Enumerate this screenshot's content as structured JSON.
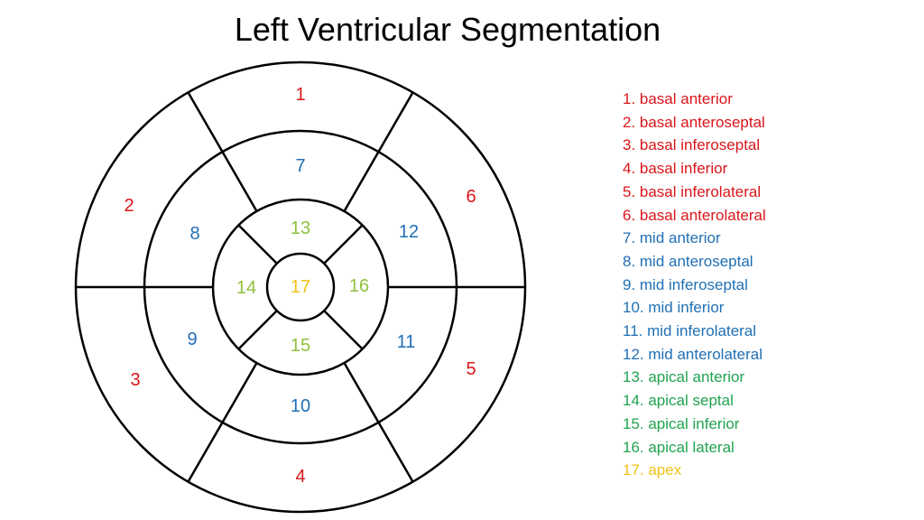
{
  "title": "Left Ventricular Segmentation",
  "colors": {
    "basal": "#d9161a",
    "mid": "#1f6fb5",
    "apical": "#21a350",
    "apical_number": "#8fc13d",
    "apex": "#f0c419",
    "line": "#000000"
  },
  "segments": [
    {
      "n": "1",
      "label": "1. basal anterior",
      "group": "basal"
    },
    {
      "n": "2",
      "label": "2. basal anteroseptal",
      "group": "basal"
    },
    {
      "n": "3",
      "label": "3. basal inferoseptal",
      "group": "basal"
    },
    {
      "n": "4",
      "label": "4. basal inferior",
      "group": "basal"
    },
    {
      "n": "5",
      "label": "5. basal inferolateral",
      "group": "basal"
    },
    {
      "n": "6",
      "label": "6. basal anterolateral",
      "group": "basal"
    },
    {
      "n": "7",
      "label": "7. mid anterior",
      "group": "mid"
    },
    {
      "n": "8",
      "label": "8. mid anteroseptal",
      "group": "mid"
    },
    {
      "n": "9",
      "label": "9. mid inferoseptal",
      "group": "mid"
    },
    {
      "n": "10",
      "label": "10. mid inferior",
      "group": "mid"
    },
    {
      "n": "11",
      "label": "11. mid inferolateral",
      "group": "mid"
    },
    {
      "n": "12",
      "label": "12. mid anterolateral",
      "group": "mid"
    },
    {
      "n": "13",
      "label": "13. apical anterior",
      "group": "apical"
    },
    {
      "n": "14",
      "label": "14. apical septal",
      "group": "apical"
    },
    {
      "n": "15",
      "label": "15. apical inferior",
      "group": "apical"
    },
    {
      "n": "16",
      "label": "16. apical lateral",
      "group": "apical"
    },
    {
      "n": "17",
      "label": "17. apex",
      "group": "apex"
    }
  ]
}
